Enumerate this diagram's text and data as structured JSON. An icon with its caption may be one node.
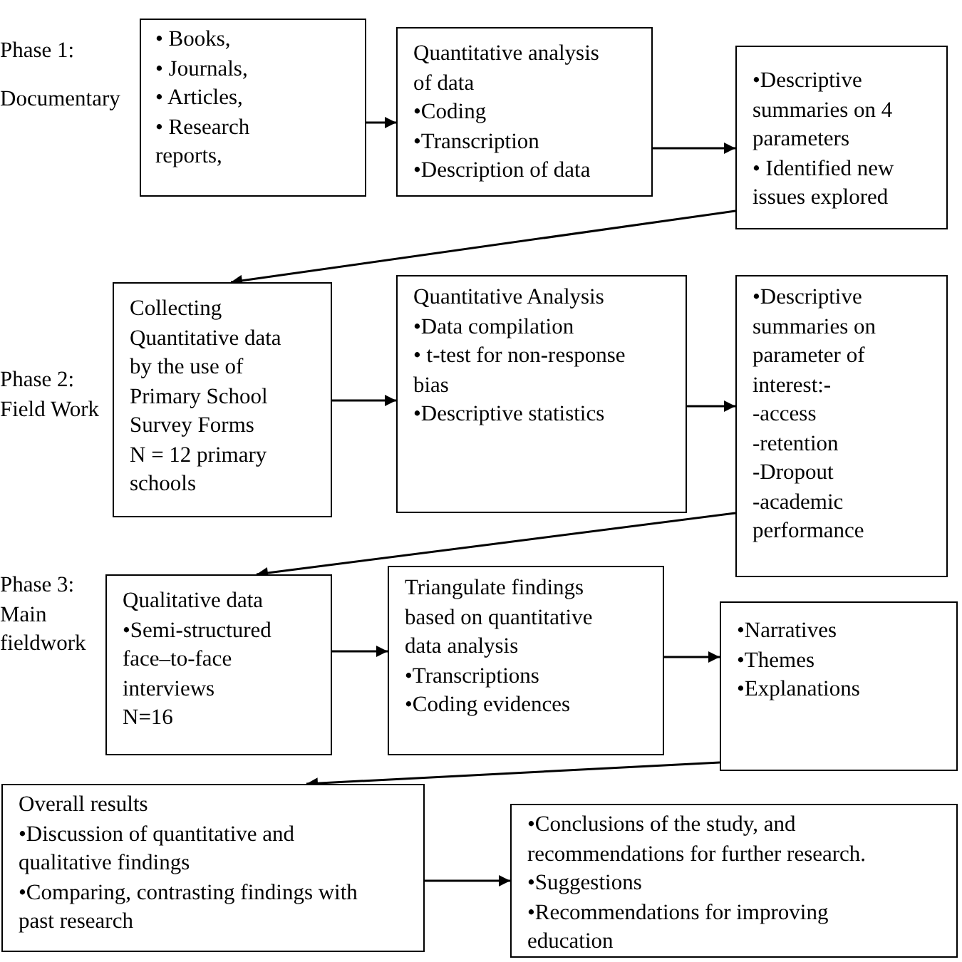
{
  "diagram": {
    "nodes": [
      {
        "text": [
          "• Books,",
          "• Journals,",
          "• Articles,",
          "• Research reports,"
        ]
      },
      {
        "text": [
          "Quantitative analysis of data",
          "•Coding",
          "•Transcription",
          "•Description of data"
        ]
      },
      {
        "text": [
          "•Descriptive summaries on 4 parameters",
          "• Identified new issues explored"
        ]
      },
      {
        "text": [
          "Collecting Quantitative data by the use of Primary School Survey Forms",
          "N = 12 primary schools"
        ]
      },
      {
        "text": [
          "Quantitative Analysis",
          "•Data compilation",
          "• t-test for non-response bias",
          "•Descriptive statistics"
        ]
      },
      {
        "text": [
          "•Descriptive summaries on parameter of interest:-",
          "-access",
          "-retention",
          "-Dropout",
          "-academic performance"
        ]
      },
      {
        "text": [
          "Qualitative data",
          "•Semi-structured face–to-face interviews",
          "N=16"
        ]
      },
      {
        "text": [
          "Triangulate findings based on quantitative data analysis",
          "•Transcriptions",
          "•Coding evidences"
        ]
      },
      {
        "text": [
          "•Narratives",
          "•Themes",
          "•Explanations"
        ]
      },
      {
        "text": [
          "Overall results",
          "•Discussion of quantitative and qualitative findings",
          "•Comparing, contrasting findings with past research"
        ]
      },
      {
        "text": [
          "•Conclusions of the study, and recommendations for further research.",
          "•Suggestions",
          "•Recommendations for improving education"
        ]
      }
    ],
    "edges": [
      {
        "from": 0,
        "to": 1,
        "arrow": "to"
      },
      {
        "from": 1,
        "to": 2,
        "arrow": "to"
      },
      {
        "from": 2,
        "to": 3,
        "arrow": "to"
      },
      {
        "from": 3,
        "to": 4,
        "arrow": "to"
      },
      {
        "from": 4,
        "to": 5,
        "arrow": "to"
      },
      {
        "from": 5,
        "to": 6,
        "arrow": "to"
      },
      {
        "from": 6,
        "to": 7,
        "arrow": "to"
      },
      {
        "from": 7,
        "to": 8,
        "arrow": "to"
      },
      {
        "from": 8,
        "to": 9,
        "arrow": "to"
      },
      {
        "from": 9,
        "to": 10,
        "arrow": "to"
      }
    ],
    "labels": [
      "Phase 1:",
      "Documentary",
      "Phase 2: Field Work",
      "Phase 3: Main fieldwork"
    ]
  }
}
